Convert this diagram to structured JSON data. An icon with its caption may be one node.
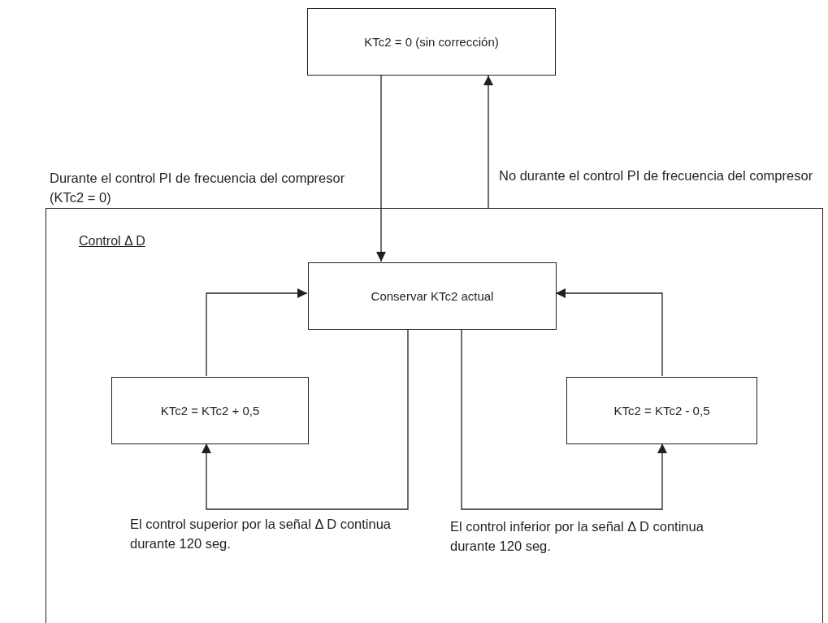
{
  "diagram": {
    "nodes": [
      {
        "text": [
          "KTc2 = 0 (sin corrección)"
        ]
      },
      {
        "text": [
          "Control Δ D"
        ]
      },
      {
        "text": [
          "Conservar KTc2 actual"
        ],
        "in": 1
      },
      {
        "text": [
          "KTc2 = KTc2 + 0,5"
        ],
        "in": 1
      },
      {
        "text": [
          "KTc2 = KTc2 - 0,5"
        ],
        "in": 1
      }
    ],
    "edges": [
      {
        "from": 0,
        "to": 2,
        "arrow": "to",
        "label": "Durante el control PI de frecuencia del compresor (KTc2 = 0)"
      },
      {
        "from": 1,
        "to": 0,
        "arrow": "to",
        "label": "No durante el control PI de frecuencia del compresor"
      },
      {
        "from": 3,
        "to": 2,
        "arrow": "to"
      },
      {
        "from": 4,
        "to": 2,
        "arrow": "to"
      },
      {
        "from": 2,
        "to": 3,
        "arrow": "to",
        "label": "El control superior por la señal Δ D continua durante 120 seg."
      },
      {
        "from": 2,
        "to": 4,
        "arrow": "to",
        "label": "El control inferior por la señal Δ D continua durante 120 seg."
      }
    ]
  }
}
